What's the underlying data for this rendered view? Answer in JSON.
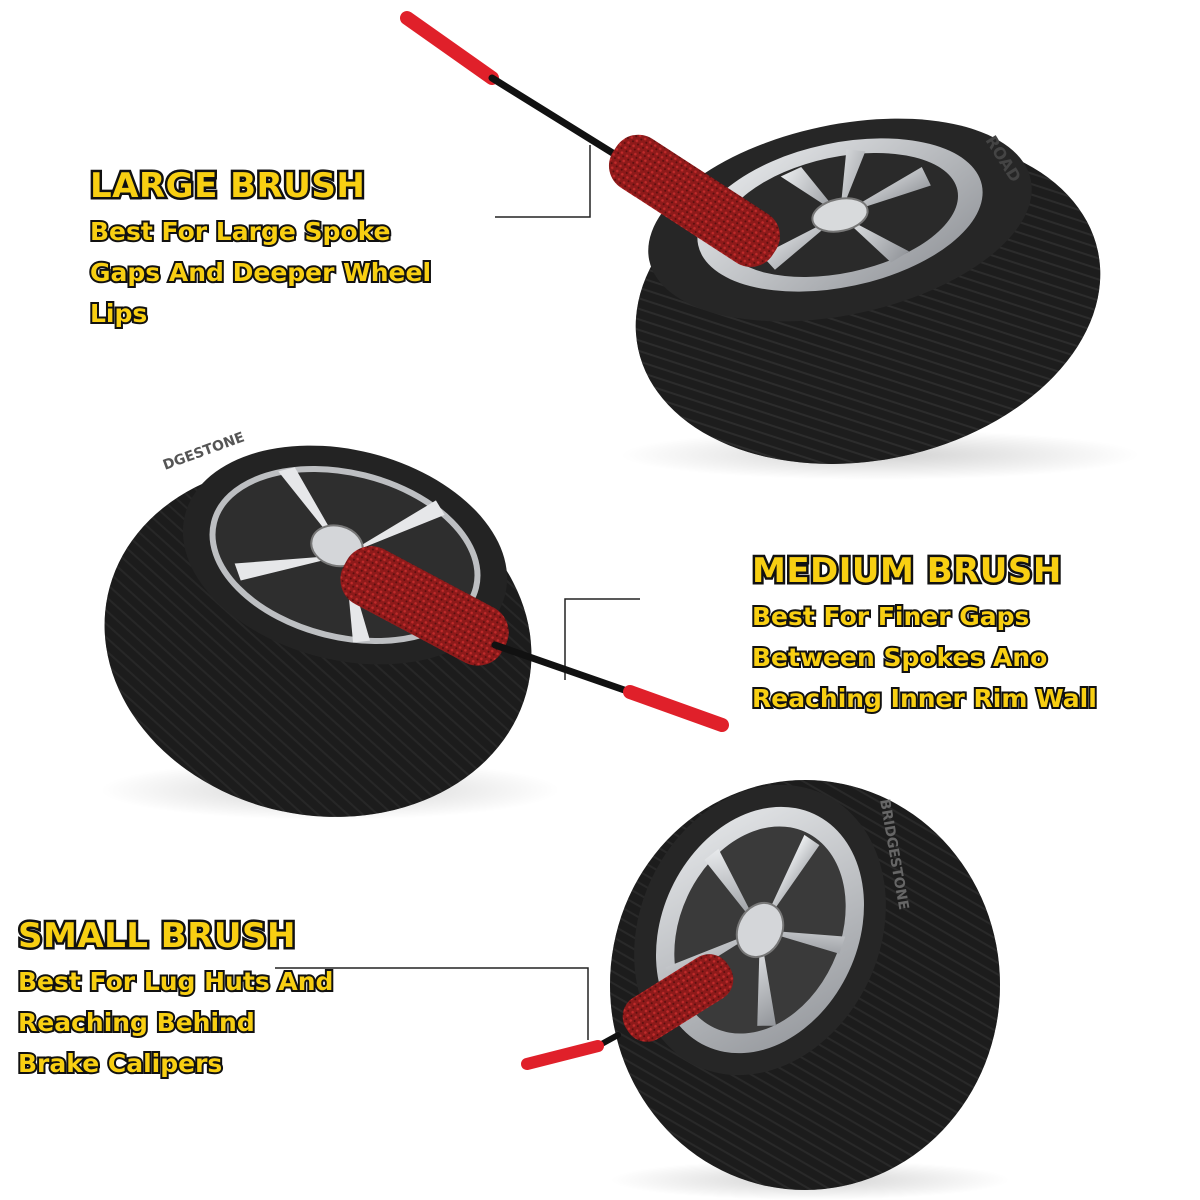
{
  "sections": {
    "large": {
      "heading": "LARGE BRUSH",
      "lines": [
        "Best For Large Spoke",
        "Gaps And Deeper Wheel",
        "Lips"
      ]
    },
    "medium": {
      "heading": "MEDIUM BRUSH",
      "lines": [
        "Best For Finer Gaps",
        "Between Spokes Ano",
        "Reaching Inner Rim Wall"
      ]
    },
    "small": {
      "heading": "SMALL BRUSH",
      "lines": [
        "Best For Lug Huts And",
        "Reaching Behind",
        "Brake Calipers"
      ]
    }
  },
  "colors": {
    "text_fill": "#f8cf12",
    "text_outline": "#111111",
    "brush_bristles": "#8e1a1a",
    "handle_grip": "#e0202a",
    "tire_rubber": "#1c1c1c",
    "rim_metal": "#c9cbce"
  }
}
